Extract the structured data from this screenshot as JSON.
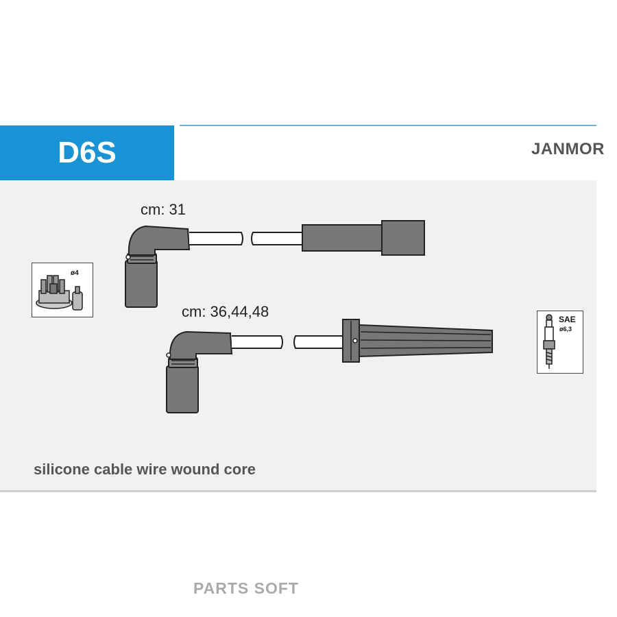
{
  "header": {
    "product_code": "D6S",
    "brand": "JANMOR"
  },
  "cables": [
    {
      "length_label": "cm: 31"
    },
    {
      "length_label": "cm: 36,44,48"
    }
  ],
  "distributor_icon": {
    "icon": "distributor-cap-icon",
    "diameter_label": "ø4"
  },
  "spark_plug_icon": {
    "icon": "spark-plug-icon",
    "standard_label": "SAE",
    "diameter_label": "ø6,3"
  },
  "description": "silicone cable wire wound core",
  "watermark": "PARTS SOFT",
  "colors": {
    "accent": "#1a93d6",
    "panel": "#f1f1f1",
    "part_fill": "#777777"
  }
}
